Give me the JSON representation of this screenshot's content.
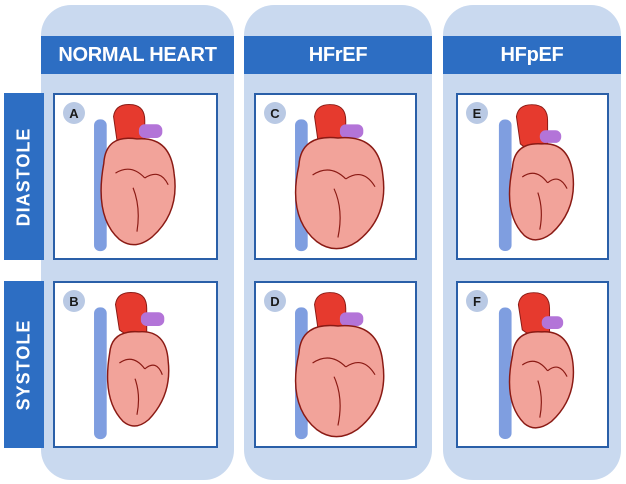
{
  "columns": [
    {
      "header": "NORMAL HEART"
    },
    {
      "header": "HFrEF"
    },
    {
      "header": "HFpEF"
    }
  ],
  "rows": [
    {
      "label": "DIASTOLE"
    },
    {
      "label": "SYSTOLE"
    }
  ],
  "panels": [
    {
      "letter": "A",
      "column": "NORMAL HEART",
      "phase": "DIASTOLE"
    },
    {
      "letter": "B",
      "column": "NORMAL HEART",
      "phase": "SYSTOLE"
    },
    {
      "letter": "C",
      "column": "HFrEF",
      "phase": "DIASTOLE"
    },
    {
      "letter": "D",
      "column": "HFrEF",
      "phase": "SYSTOLE"
    },
    {
      "letter": "E",
      "column": "HFpEF",
      "phase": "DIASTOLE"
    },
    {
      "letter": "F",
      "column": "HFpEF",
      "phase": "SYSTOLE"
    }
  ],
  "colors": {
    "header_blue": "#2d6ec3",
    "column_bg": "#c9d9ef",
    "panel_border": "#2a5fa8",
    "heart_red": "#e63a2e",
    "heart_pink": "#f2a39a",
    "vessel_blue": "#7f9ee0",
    "vessel_purple": "#b374d8"
  }
}
